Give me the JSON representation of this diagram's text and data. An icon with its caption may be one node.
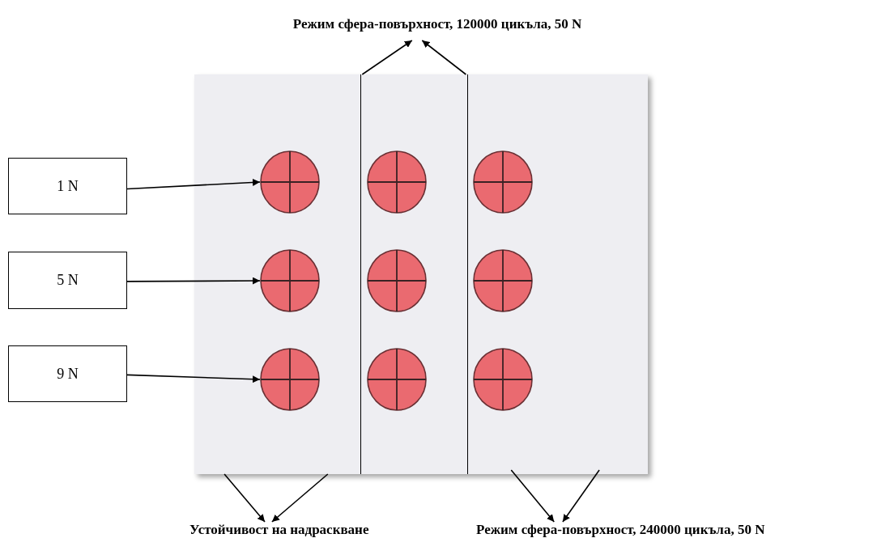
{
  "diagram": {
    "nodes": [
      {
        "text": [],
        "shape": "box"
      },
      {
        "text": [],
        "shape": "box",
        "in": 0
      },
      {
        "text": [],
        "shape": "box",
        "in": 0
      },
      {
        "text": [],
        "shape": "box",
        "in": 0
      },
      {
        "text": [],
        "shape": "circle",
        "in": 1
      },
      {
        "text": [],
        "shape": "circle",
        "in": 1
      },
      {
        "text": [],
        "shape": "circle",
        "in": 1
      },
      {
        "text": [],
        "shape": "circle",
        "in": 2
      },
      {
        "text": [],
        "shape": "circle",
        "in": 2
      },
      {
        "text": [],
        "shape": "circle",
        "in": 2
      },
      {
        "text": [],
        "shape": "circle",
        "in": 3
      },
      {
        "text": [],
        "shape": "circle",
        "in": 3
      },
      {
        "text": [],
        "shape": "circle",
        "in": 3
      },
      {
        "text": [
          "1 N"
        ]
      },
      {
        "text": [
          "5 N"
        ]
      },
      {
        "text": [
          "9 N"
        ]
      },
      {
        "text": [
          "Режим сфера-повърхност, 120000 цикъла, 50 N"
        ]
      },
      {
        "text": [
          "Устойчивост на надраскване"
        ]
      },
      {
        "text": [
          "Режим сфера-повърхност, 240000 цикъла, 50 N"
        ]
      }
    ],
    "edges": [
      {
        "from": 13,
        "to": 4,
        "arrow": "to"
      },
      {
        "from": 14,
        "to": 5,
        "arrow": "to"
      },
      {
        "from": 15,
        "to": 6,
        "arrow": "to"
      },
      {
        "from": 2,
        "to": 16,
        "arrow": "to"
      },
      {
        "from": 2,
        "to": 16,
        "arrow": "to"
      },
      {
        "from": 1,
        "to": 17,
        "arrow": "to"
      },
      {
        "from": 1,
        "to": 17,
        "arrow": "to"
      },
      {
        "from": 3,
        "to": 18,
        "arrow": "to"
      },
      {
        "from": 3,
        "to": 18,
        "arrow": "to"
      }
    ]
  }
}
